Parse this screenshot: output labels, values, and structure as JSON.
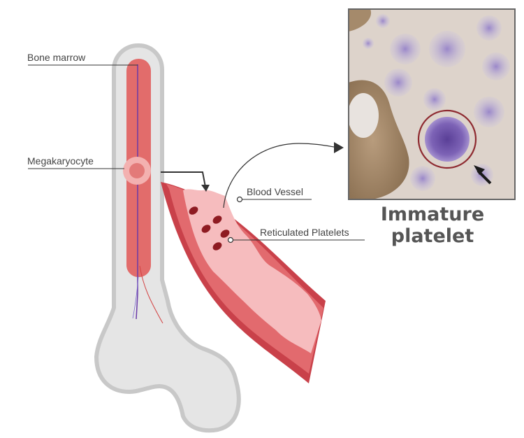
{
  "labels": {
    "bone_marrow": "Bone marrow",
    "megakaryocyte": "Megakaryocyte",
    "blood_vessel": "Blood Vessel",
    "reticulated_platelets": "Reticulated Platelets"
  },
  "micrograph": {
    "caption_line1": "Immature",
    "caption_line2": "platelet"
  },
  "colors": {
    "bone_fill": "#e6e6e6",
    "bone_outline": "#c9c9c9",
    "marrow": "#e06b6a",
    "vessel_wall_dark": "#c9414a",
    "vessel_wall_mid": "#e06a6d",
    "vessel_lumen": "#f6bcbe",
    "platelet": "#8e1b22",
    "micrograph_bg": "#d9cfc8",
    "cell_stain": "#7a5fae"
  }
}
